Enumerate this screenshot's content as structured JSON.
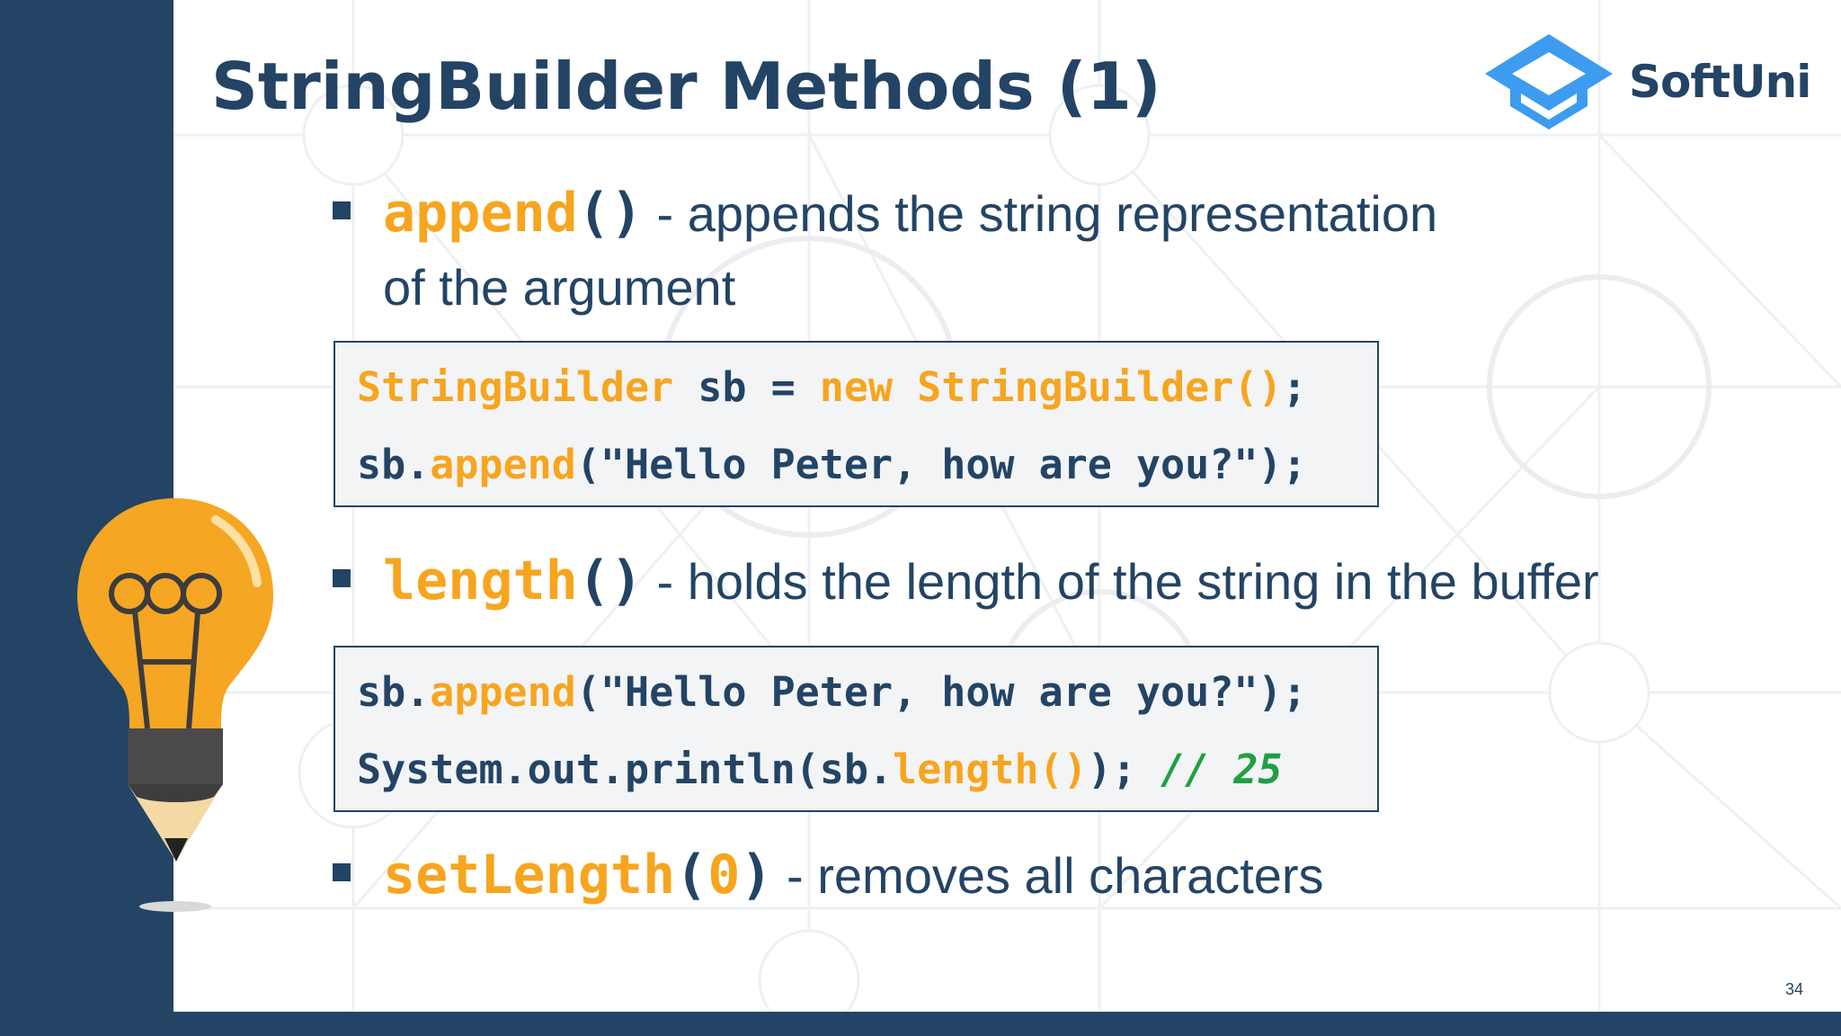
{
  "slide": {
    "title": "StringBuilder Methods (1)",
    "page_number": "34"
  },
  "logo": {
    "text": "SoftUni"
  },
  "colors": {
    "navy": "#234465",
    "orange": "#f7a51f",
    "green": "#1fa043",
    "logo_blue": "#3d9cf0",
    "code_bg": "#f3f4f6"
  },
  "icons": [
    "lightbulb-pencil-icon",
    "graduation-cap-icon"
  ],
  "bullets": [
    {
      "method": "append",
      "parens": "()",
      "description_line1": " - appends the string representation",
      "description_line2": "of the argument"
    },
    {
      "method": "length",
      "parens": "()",
      "description": " - holds the length of the string in the buffer"
    },
    {
      "method": "setLength",
      "open_paren": "(",
      "arg": "0",
      "close_paren": ")",
      "description": " - removes all characters"
    }
  ],
  "code_blocks": [
    {
      "line1": {
        "type": "StringBuilder",
        "var": " sb = ",
        "keyword_new": "new",
        "space": " ",
        "ctor": "StringBuilder()",
        "end": ";"
      },
      "line2": {
        "obj": "sb.",
        "method": "append",
        "args": "(\"Hello Peter, how are you?\");"
      }
    },
    {
      "line1": {
        "obj": "sb.",
        "method": "append",
        "args": "(\"Hello Peter, how are you?\");"
      },
      "line2": {
        "prefix": "System.out.println(sb.",
        "method": "length()",
        "suffix": "); ",
        "comment": "// 25"
      }
    }
  ]
}
